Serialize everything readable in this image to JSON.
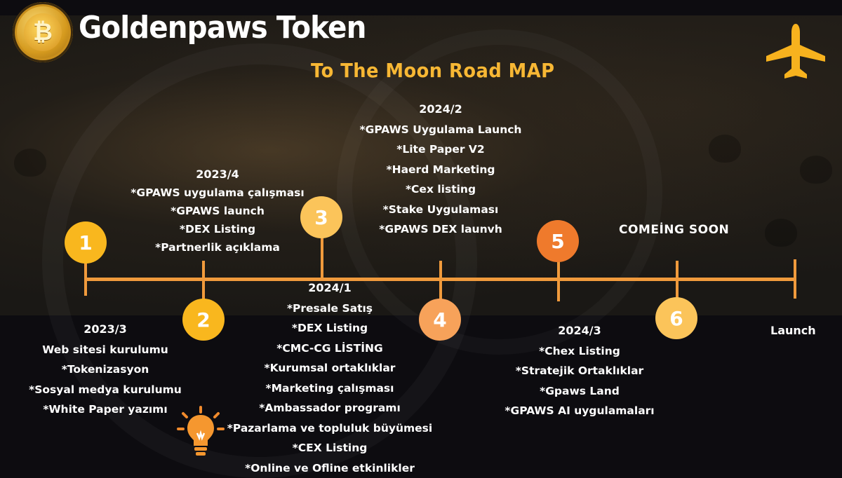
{
  "header": {
    "brand": "Goldenpaws Token",
    "title": "To The Moon Road MAP"
  },
  "icons": {
    "logo": "goldenpaws-coin-logo",
    "plane": "airplane-icon",
    "bulb": "lightbulb-icon"
  },
  "colors": {
    "accent": "#f09a3c",
    "title": "#f7b734",
    "node_yellow": "#f9b71e",
    "node_orange": "#ef7a2c"
  },
  "milestones": [
    {
      "number": "1",
      "date": "2023/3",
      "items": [
        "Web sitesi kurulumu",
        "*Tokenizasyon",
        "*Sosyal medya kurulumu",
        "*White Paper yazımı"
      ]
    },
    {
      "number": "2",
      "date": "2023/4",
      "items": [
        "*GPAWS uygulama çalışması",
        "*GPAWS launch",
        "*DEX Listing",
        "*Partnerlik açıklama"
      ]
    },
    {
      "number": "3",
      "date": "2024/1",
      "items": [
        "*Presale Satış",
        "*DEX Listing",
        "*CMC-CG LİSTİNG",
        "*Kurumsal ortaklıklar",
        "*Marketing çalışması",
        "*Ambassador programı",
        "*Pazarlama ve topluluk büyümesi",
        "*CEX Listing",
        "*Online ve Ofline etkinlikler"
      ]
    },
    {
      "number": "4",
      "date": "2024/2",
      "items": [
        "*GPAWS Uygulama Launch",
        "*Lite Paper V2",
        "*Haerd Marketing",
        "*Cex listing",
        "*Stake Uygulaması",
        "*GPAWS DEX launvh"
      ]
    },
    {
      "number": "5",
      "date": "2024/3",
      "items": [
        "*Chex Listing",
        "*Stratejik Ortaklıklar",
        "*Gpaws Land",
        "*GPAWS AI uygulamaları"
      ]
    },
    {
      "number": "6",
      "date": "",
      "items": [
        "COMEİNG SOON"
      ]
    }
  ],
  "end_label": "Launch"
}
